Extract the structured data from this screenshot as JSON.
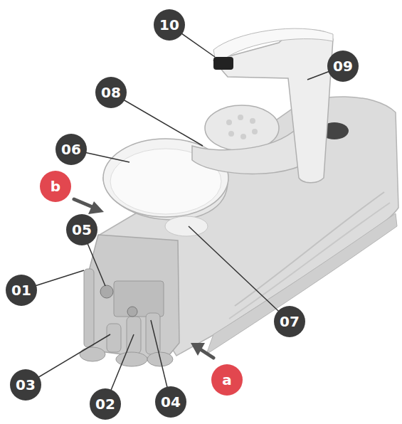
{
  "diagram": {
    "nodes": [
      {
        "text": [
          "10"
        ]
      },
      {
        "text": [
          "09"
        ]
      },
      {
        "text": [
          "08"
        ]
      },
      {
        "text": [
          "06"
        ]
      },
      {
        "text": [
          "b"
        ]
      },
      {
        "text": [
          "05"
        ]
      },
      {
        "text": [
          "01"
        ]
      },
      {
        "text": [
          "07"
        ]
      },
      {
        "text": [
          "03"
        ]
      },
      {
        "text": [
          "04"
        ]
      },
      {
        "text": [
          "02"
        ]
      },
      {
        "text": [
          "a"
        ]
      }
    ]
  }
}
